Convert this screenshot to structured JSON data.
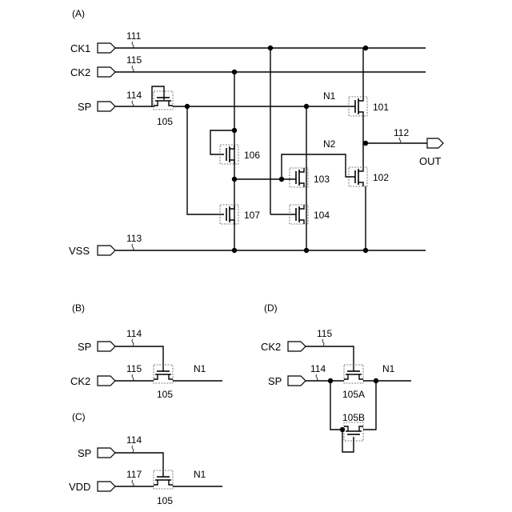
{
  "panels": {
    "A": {
      "label": "(A)",
      "inputs": [
        {
          "name": "CK1",
          "wire": "111"
        },
        {
          "name": "CK2",
          "wire": "115"
        },
        {
          "name": "SP",
          "wire": "114"
        },
        {
          "name": "VSS",
          "wire": "113"
        }
      ],
      "output": {
        "name": "OUT",
        "wire": "112"
      },
      "nodes": [
        "N1",
        "N2"
      ],
      "transistors": [
        "101",
        "102",
        "103",
        "104",
        "105",
        "106",
        "107"
      ]
    },
    "B": {
      "label": "(B)",
      "inputs": [
        {
          "name": "SP",
          "wire": "114"
        },
        {
          "name": "CK2",
          "wire": "115"
        }
      ],
      "node": "N1",
      "transistor": "105"
    },
    "C": {
      "label": "(C)",
      "inputs": [
        {
          "name": "SP",
          "wire": "114"
        },
        {
          "name": "VDD",
          "wire": "117"
        }
      ],
      "node": "N1",
      "transistor": "105"
    },
    "D": {
      "label": "(D)",
      "inputs": [
        {
          "name": "CK2",
          "wire": "115"
        },
        {
          "name": "SP",
          "wire": "114"
        }
      ],
      "node": "N1",
      "transistors": [
        "105A",
        "105B"
      ]
    }
  }
}
